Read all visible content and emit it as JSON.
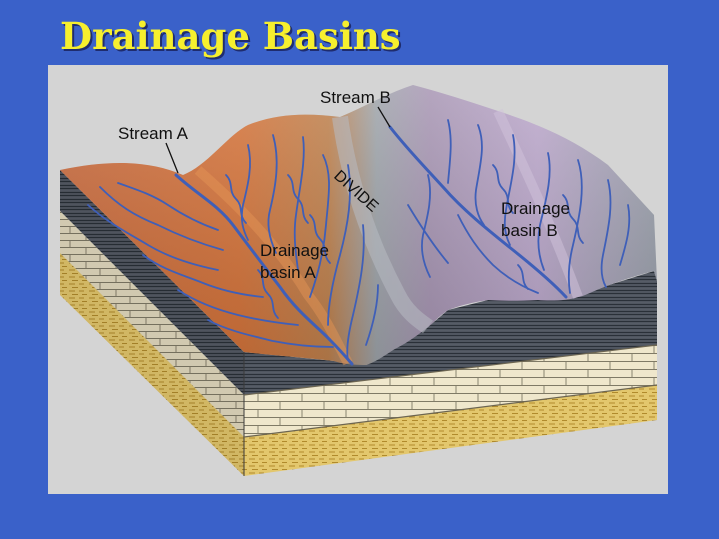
{
  "slide": {
    "title": "Drainage Basins",
    "background_color": "#3a61c9",
    "title_color": "#f6ef2e"
  },
  "diagram": {
    "labels": {
      "stream_a": "Stream A",
      "stream_b": "Stream B",
      "divide": "DIVIDE",
      "basin_a_line1": "Drainage",
      "basin_a_line2": "basin A",
      "basin_b_line1": "Drainage",
      "basin_b_line2": "basin B"
    },
    "colors": {
      "panel": "#d4d4d4",
      "basin_a": "#cf6a34",
      "basin_b": "#b7a2c6",
      "divide_ridge": "#9fa5ab",
      "streams": "#3f5fb8",
      "dark_strata": "#2e3540",
      "limestone": "#efe7cc",
      "sandstone": "#e2c66a"
    }
  }
}
